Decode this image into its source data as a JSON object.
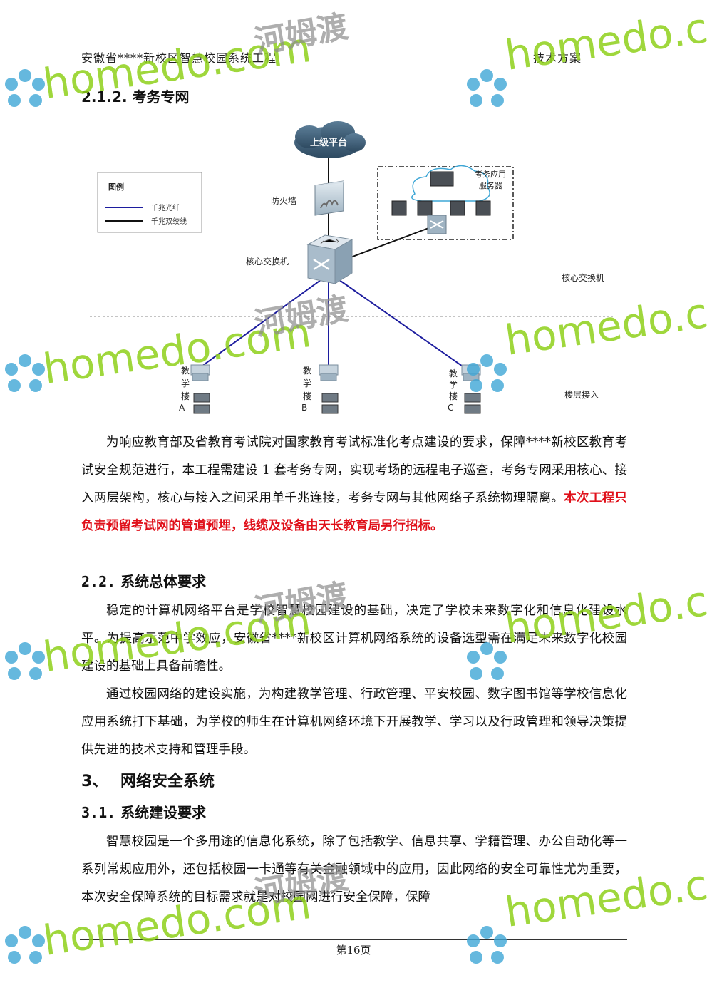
{
  "header": {
    "left": "安徽省****新校区智慧校园系统工程",
    "right": "技术方案"
  },
  "sections": {
    "s212": {
      "num": "2.1.2.",
      "title": "考务专网"
    },
    "s22": {
      "num": "2.2.",
      "title": "系统总体要求"
    },
    "s3": {
      "num": "3、",
      "title": "网络安全系统"
    },
    "s31": {
      "num": "3.1.",
      "title": "系统建设要求"
    }
  },
  "diagram": {
    "cloud_label": "上级平台",
    "legend_title": "图例",
    "legend_fiber": "千兆光纤",
    "legend_twisted": "千兆双绞线",
    "firewall_label": "防火墙",
    "core_switch_label": "核心交换机",
    "core_layer_label": "核心交换机",
    "server_label_1": "考务应用",
    "server_label_2": "服务器",
    "access_layer_label": "楼层接入",
    "building_word": [
      "教",
      "学",
      "楼"
    ],
    "buildings": [
      "A",
      "B",
      "C"
    ]
  },
  "paragraphs": {
    "p1_normal": "为响应教育部及省教育考试院对国家教育考试标准化考点建设的要求，保障****新校区教育考试安全规范进行，本工程需建设 1 套考务专网，实现考场的远程电子巡查，考务专网采用核心、接入两层架构，核心与接入之间采用单千兆连接，考务专网与其他网络子系统物理隔离。",
    "p1_red": "本次工程只负责预留考试网的管道预埋，线缆及设备由天长教育局另行招标。",
    "p2": "稳定的计算机网络平台是学校智慧校园建设的基础，决定了学校未来数字化和信息化建设水平。为提高示范中学效应，安徽省****新校区计算机网络系统的设备选型需在满足未来数字化校园建设的基础上具备前瞻性。",
    "p3": "通过校园网络的建设实施，为构建教学管理、行政管理、平安校园、数字图书馆等学校信息化应用系统打下基础，为学校的师生在计算机网络环境下开展教学、学习以及行政管理和领导决策提供先进的技术支持和管理手段。",
    "p4": "智慧校园是一个多用途的信息化系统，除了包括教学、信息共享、学籍管理、办公自动化等一系列常规应用外，还包括校园一卡通等有关金融领域中的应用，因此网络的安全可靠性尤为重要，本次安全保障系统的目标需求就是对校园网进行安全保障，保障"
  },
  "footer": {
    "page": "第16页"
  },
  "watermark": {
    "brand": "homedo.com",
    "cn": "河姆渡"
  },
  "colors": {
    "fiber_line": "#1c1c9e",
    "twisted_line": "#111111",
    "red_text": "#e0101a",
    "watermark_green": "#8fd11b",
    "watermark_blue": "#3fa7d6"
  }
}
